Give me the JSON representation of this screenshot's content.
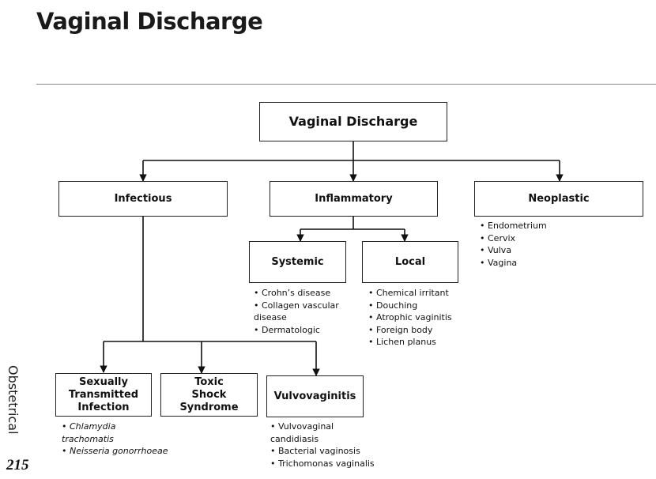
{
  "page": {
    "title": "Vaginal Discharge",
    "side_label": "Obstetrical",
    "page_number": "215"
  },
  "diagram": {
    "root": "Vaginal Discharge",
    "infectious": {
      "label": "Infectious",
      "children": {
        "sti": {
          "label": "Sexually Transmitted Infection",
          "items": [
            "Chlamydia",
            "trachomatis",
            "Neisseria gonorrhoeae"
          ]
        },
        "tss": {
          "label": "Toxic Shock Syndrome"
        },
        "vulvovaginitis": {
          "label": "Vulvovaginitis",
          "items": [
            "Vulvovaginal",
            "candidiasis",
            "Bacterial vaginosis",
            "Trichomonas vaginalis"
          ]
        }
      }
    },
    "inflammatory": {
      "label": "Inflammatory",
      "children": {
        "systemic": {
          "label": "Systemic",
          "items": [
            "Crohn’s disease",
            "Collagen vascular",
            "disease",
            "Dermatologic"
          ]
        },
        "local": {
          "label": "Local",
          "items": [
            "Chemical irritant",
            "Douching",
            "Atrophic vaginitis",
            "Foreign body",
            "Lichen planus"
          ]
        }
      }
    },
    "neoplastic": {
      "label": "Neoplastic",
      "items": [
        "Endometrium",
        "Cervix",
        "Vulva",
        "Vagina"
      ]
    }
  }
}
